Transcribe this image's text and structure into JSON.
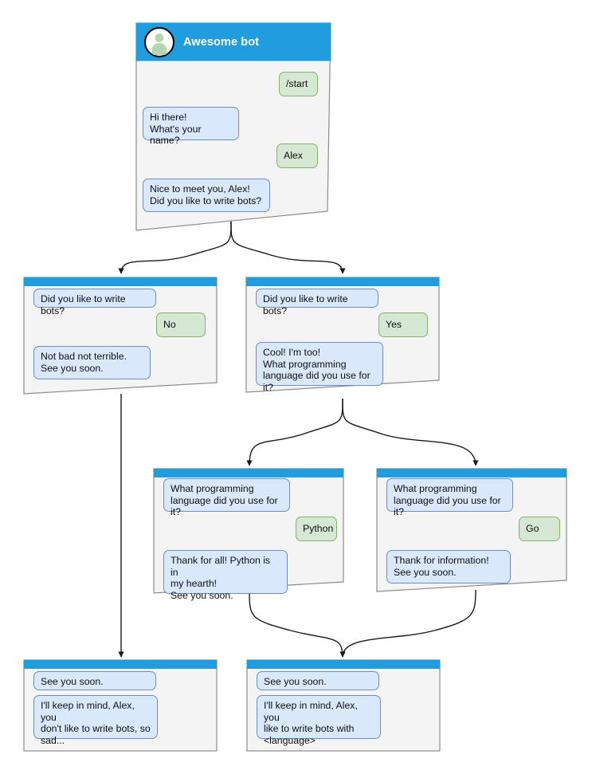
{
  "diagram": {
    "title": "Awesome bot conversation flow",
    "colors": {
      "header_blue": "#1f9ddf",
      "card_bg": "#f4f4f4",
      "card_border": "#8c8c8c",
      "bot_bubble_fill": "#dae8fc",
      "bot_bubble_border": "#6c8ebf",
      "user_bubble_fill": "#d5e8d4",
      "user_bubble_border": "#82b366",
      "edge": "#1a1a1a",
      "avatar_green": "#b4d6b0"
    },
    "bot_name": "Awesome bot"
  },
  "cards": [
    {
      "id": "root",
      "header_type": "titlebar",
      "title": "Awesome bot",
      "messages": [
        {
          "role": "user",
          "text": "/start"
        },
        {
          "role": "bot",
          "text": "Hi there!\nWhat's your name?"
        },
        {
          "role": "user",
          "text": "Alex"
        },
        {
          "role": "bot",
          "text": "Nice to meet you, Alex!\nDid you like to write bots?"
        }
      ]
    },
    {
      "id": "no-branch",
      "header_type": "bar",
      "messages": [
        {
          "role": "bot",
          "text": "Did you like to write bots?"
        },
        {
          "role": "user",
          "text": "No"
        },
        {
          "role": "bot",
          "text": "Not bad not terrible.\nSee you soon."
        }
      ]
    },
    {
      "id": "yes-branch",
      "header_type": "bar",
      "messages": [
        {
          "role": "bot",
          "text": "Did you like to write bots?"
        },
        {
          "role": "user",
          "text": "Yes"
        },
        {
          "role": "bot",
          "text": "Cool! I'm too!\nWhat programming\nlanguage did you use for it?"
        }
      ]
    },
    {
      "id": "python-branch",
      "header_type": "bar",
      "messages": [
        {
          "role": "bot",
          "text": "What programming\nlanguage did you use for it?"
        },
        {
          "role": "user",
          "text": "Python"
        },
        {
          "role": "bot",
          "text": "Thank for all! Python is in\nmy hearth!\nSee you soon."
        }
      ]
    },
    {
      "id": "go-branch",
      "header_type": "bar",
      "messages": [
        {
          "role": "bot",
          "text": "What programming\nlanguage did you use for it?"
        },
        {
          "role": "user",
          "text": "Go"
        },
        {
          "role": "bot",
          "text": "Thank for information!\nSee you soon."
        }
      ]
    },
    {
      "id": "end-sad",
      "header_type": "bar",
      "messages": [
        {
          "role": "bot",
          "text": "See you soon."
        },
        {
          "role": "bot",
          "text": "I'll keep in mind, Alex, you\ndon't like to write bots, so\nsad..."
        }
      ]
    },
    {
      "id": "end-happy",
      "header_type": "bar",
      "messages": [
        {
          "role": "bot",
          "text": "See you soon."
        },
        {
          "role": "bot",
          "text": "I'll keep in mind, Alex, you\nlike to write bots with\n<language>"
        }
      ]
    }
  ],
  "text": {
    "root": {
      "m0": "/start",
      "m1": "Hi there!\nWhat's your name?",
      "m2": "Alex",
      "m3": "Nice to meet you, Alex!\nDid you like to write bots?"
    },
    "no": {
      "m0": "Did you like to write bots?",
      "m1": "No",
      "m2": "Not bad not terrible.\nSee you soon."
    },
    "yes": {
      "m0": "Did you like to write bots?",
      "m1": "Yes",
      "m2": "Cool! I'm too!\nWhat programming\nlanguage did you use for it?"
    },
    "python": {
      "m0": "What programming\nlanguage did you use for it?",
      "m1": "Python",
      "m2": "Thank for all! Python is in\nmy hearth!\nSee you soon."
    },
    "go": {
      "m0": "What programming\nlanguage did you use for it?",
      "m1": "Go",
      "m2": "Thank for information!\nSee you soon."
    },
    "endsad": {
      "m0": "See you soon.",
      "m1": "I'll keep in mind, Alex, you\ndon't like to write bots, so\nsad..."
    },
    "endhappy": {
      "m0": "See you soon.",
      "m1": "I'll keep in mind, Alex, you\nlike to write bots with\n<language>"
    }
  }
}
